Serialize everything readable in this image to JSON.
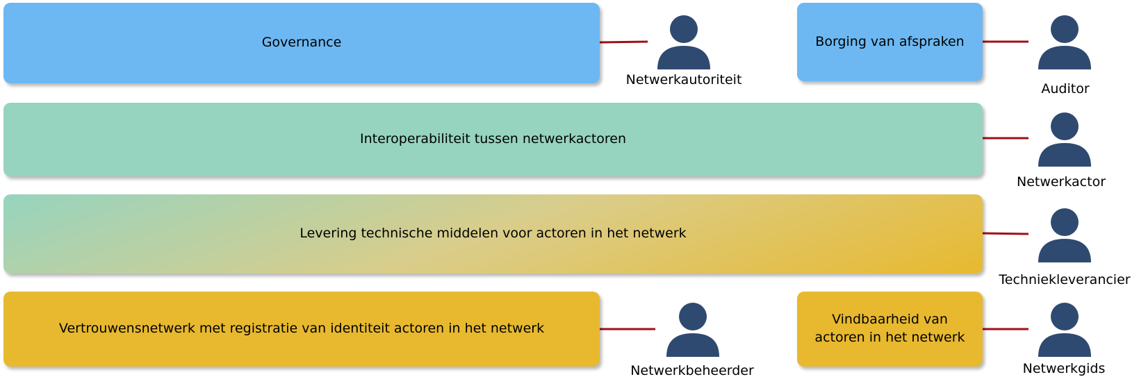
{
  "boxes": {
    "governance": "Governance",
    "borging": "Borging van afspraken",
    "interoperabiliteit": "Interoperabiliteit tussen netwerkactoren",
    "levering": "Levering technische middelen voor actoren in het netwerk",
    "vertrouwensnetwerk": "Vertrouwensnetwerk met registratie van identiteit actoren in het netwerk",
    "vindbaarheid_line1": "Vindbaarheid van",
    "vindbaarheid_line2": "actoren in het netwerk"
  },
  "actors": {
    "netwerkautoriteit": "Netwerkautoriteit",
    "auditor": "Auditor",
    "netwerkactor": "Netwerkactor",
    "techniekleverancier": "Techniekleverancier",
    "netwerkbeheerder": "Netwerkbeheerder",
    "netwerkgids": "Netwerkgids"
  },
  "colors": {
    "blue": "#6db8f2",
    "green": "#96d4bf",
    "gold": "#e8b92f",
    "connector": "#a10f16",
    "person": "#2f4a70"
  }
}
